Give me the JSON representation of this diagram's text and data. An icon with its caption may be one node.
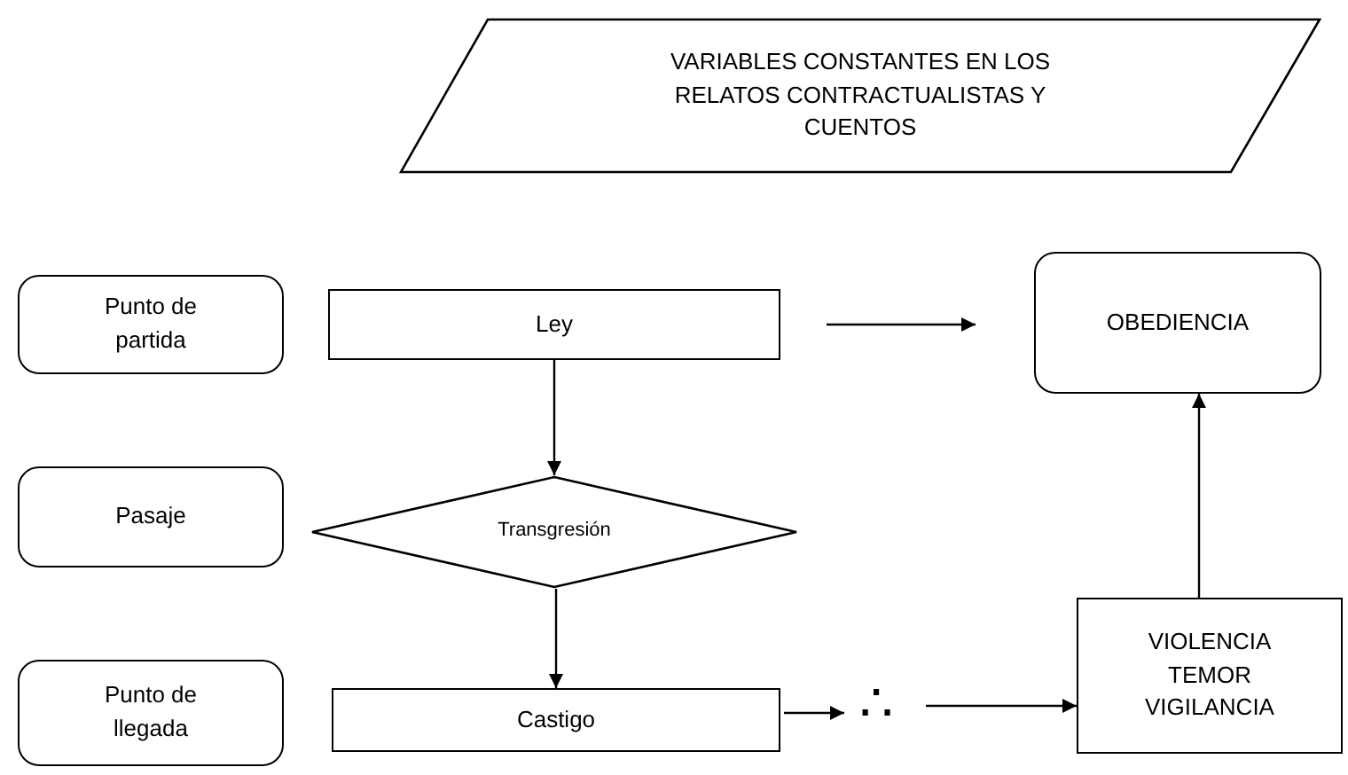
{
  "diagram": {
    "nodes": [
      {
        "text": [
          "VARIABLES CONSTANTES EN LOS RELATOS CONTRACTUALISTAS Y CUENTOS"
        ]
      },
      {
        "text": [
          "Punto de partida"
        ]
      },
      {
        "text": [
          "Ley"
        ]
      },
      {
        "text": [
          "OBEDIENCIA"
        ]
      },
      {
        "text": [
          "Pasaje"
        ]
      },
      {
        "text": [
          "Transgresión"
        ]
      },
      {
        "text": [
          "Punto de llegada"
        ]
      },
      {
        "text": [
          "Castigo"
        ]
      },
      {
        "text": [
          "∴"
        ]
      },
      {
        "text": [
          "VIOLENCIA TEMOR VIGILANCIA"
        ]
      }
    ],
    "edges": [
      {
        "from": null,
        "to": 3,
        "arrow": "to"
      },
      {
        "from": 2,
        "to": 5,
        "arrow": "to"
      },
      {
        "from": 5,
        "to": 7,
        "arrow": "to"
      },
      {
        "from": 7,
        "to": 8,
        "arrow": "to"
      },
      {
        "from": 8,
        "to": 9,
        "arrow": "to"
      },
      {
        "from": 9,
        "to": 3,
        "arrow": "to"
      }
    ]
  }
}
